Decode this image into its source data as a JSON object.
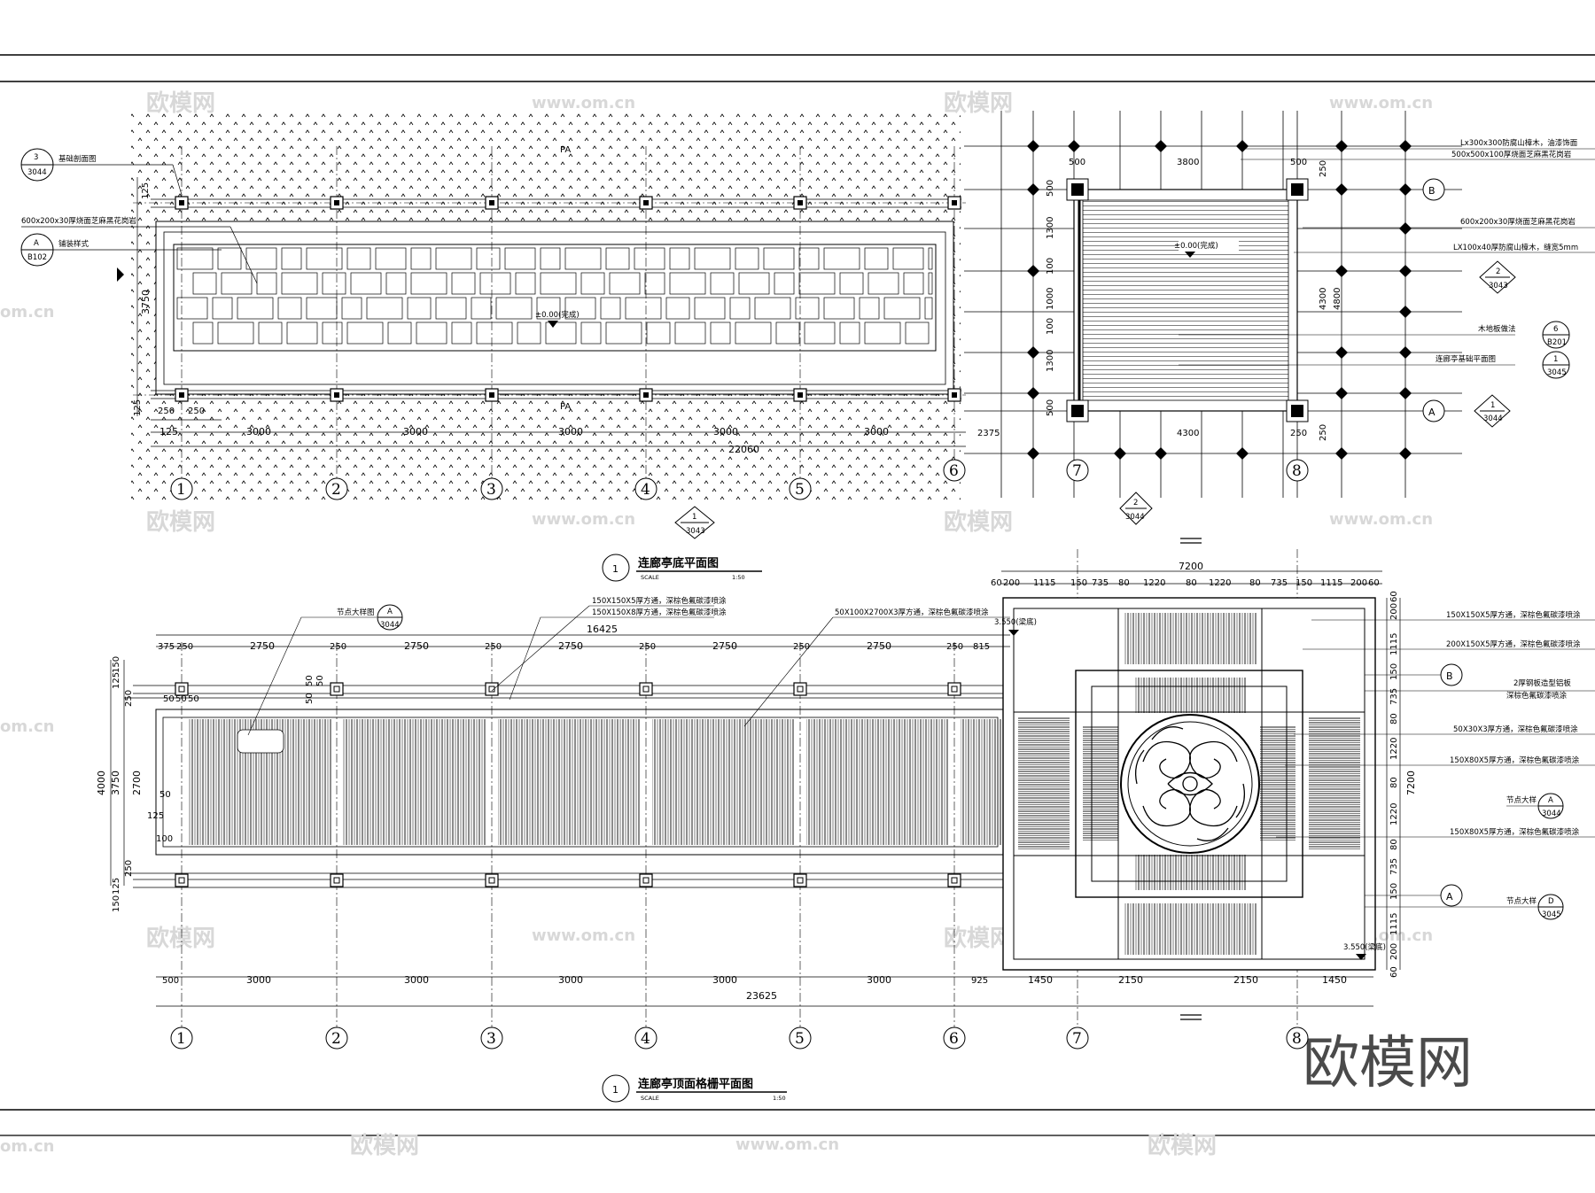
{
  "watermark": {
    "brand": "欧模网",
    "url": "www.om.cn",
    "fragment": "om.cn"
  },
  "plan1": {
    "title": "连廊亭底平面图",
    "scale_label": "SCALE",
    "scale_value": "1:50",
    "number": "1",
    "pa_top": "PA",
    "pa_bottom": "PA",
    "level_left": "±0.00(完成)",
    "level_right": "±0.00(完成)",
    "dims_bottom": [
      "125",
      "3000",
      "3000",
      "3000",
      "3000",
      "3000"
    ],
    "dim_total": "22060",
    "dims_small": [
      "250",
      "250",
      "125"
    ],
    "dim_left": "3750",
    "dim_left_small": "125",
    "pav_dims_top": [
      "500",
      "3800",
      "500"
    ],
    "pav_dims_bottom": [
      "2375",
      "4300",
      "250"
    ],
    "pav_dims_left": [
      "500",
      "1300",
      "100",
      "1000",
      "100",
      "1300",
      "500"
    ],
    "pav_dims_right": [
      "250",
      "4300",
      "4800",
      "250"
    ],
    "ref_left_1": {
      "num": "3",
      "sheet": "3044",
      "text": "基础剖面图"
    },
    "ref_left_2": {
      "num": "A",
      "sheet": "B102",
      "text": "铺装样式"
    },
    "note_left": "600x200x30厚烧面芝麻黑花岗岩",
    "notes_right": [
      "Lx300x300防腐山樟木，油漆饰面",
      "500x500x100厚烧面芝麻黑花岗岩",
      "600x200x30厚烧面芝麻黑花岗岩",
      "LX100x40厚防腐山樟木，缝宽5mm"
    ],
    "note_wood": "木地板做法",
    "note_wood_ref": "B201",
    "note_wood_num": "6",
    "note_found": "连廊亭基础平面图",
    "note_found_num": "1",
    "note_found_ref": "3045",
    "sect_a": {
      "num": "2",
      "sheet": "3043"
    },
    "sect_b": {
      "num": "1",
      "sheet": "3044"
    },
    "sect_c": {
      "num": "1",
      "sheet": "3043"
    },
    "sect_d": {
      "num": "2",
      "sheet": "3044"
    }
  },
  "plan2": {
    "title": "连廊亭顶面格栅平面图",
    "scale_label": "SCALE",
    "scale_value": "1:50",
    "number": "1",
    "dims_top": [
      "375",
      "250",
      "2750",
      "250",
      "2750",
      "250",
      "2750",
      "250",
      "2750",
      "250",
      "2750",
      "250",
      "815"
    ],
    "dim_top_total": "16425",
    "dims_bottom": [
      "500",
      "3000",
      "3000",
      "3000",
      "3000",
      "3000",
      "925"
    ],
    "dims_bottom_pav": [
      "1450",
      "2150",
      "2150",
      "1450"
    ],
    "dim_total": "23625",
    "dims_left": [
      "4000",
      "3750",
      "2700",
      "150",
      "125",
      "250",
      "150",
      "125",
      "250",
      "50",
      "125",
      "100"
    ],
    "small_5050": [
      "50",
      "50",
      "50",
      "50",
      "50",
      "50"
    ],
    "pav_dims_top": [
      "60",
      "200",
      "1115",
      "150",
      "735",
      "80",
      "1220",
      "80",
      "1220",
      "80",
      "735",
      "150",
      "1115",
      "200",
      "60"
    ],
    "pav_dim_total": "7200",
    "pav_dims_right": [
      "60",
      "200",
      "1115",
      "150",
      "735",
      "80",
      "1220",
      "80",
      "1220",
      "80",
      "735",
      "150",
      "1115",
      "200",
      "60"
    ],
    "pav_dim_right_total": "7200",
    "level_top": "3.550(梁底)",
    "level_bottom": "3.550(梁底)",
    "notes": [
      "150X150X5厚方通，深棕色氟碳漆喷涂",
      "150X150X8厚方通，深棕色氟碳漆喷涂",
      "50X100X2700X3厚方通，深棕色氟碳漆喷涂"
    ],
    "notes_right": [
      "150X150X5厚方通，深棕色氟碳漆喷涂",
      "200X150X5厚方通，深棕色氟碳漆喷涂",
      "2厚钢板造型铝板",
      "深棕色氟碳漆喷涂",
      "50X30X3厚方通，深棕色氟碳漆喷涂",
      "150X80X5厚方通，深棕色氟碳漆喷涂",
      "150X80X5厚方通，深棕色氟碳漆喷涂"
    ],
    "node_a": {
      "text": "节点大样图",
      "num": "A",
      "sheet": "3044"
    },
    "node_a_right": {
      "text": "节点大样",
      "num": "A",
      "sheet": "3044"
    },
    "node_d": {
      "text": "节点大样",
      "num": "D",
      "sheet": "3045"
    }
  },
  "grid": {
    "labels": [
      "1",
      "2",
      "3",
      "4",
      "5",
      "6",
      "7",
      "8"
    ],
    "rows": [
      "A",
      "B"
    ]
  }
}
